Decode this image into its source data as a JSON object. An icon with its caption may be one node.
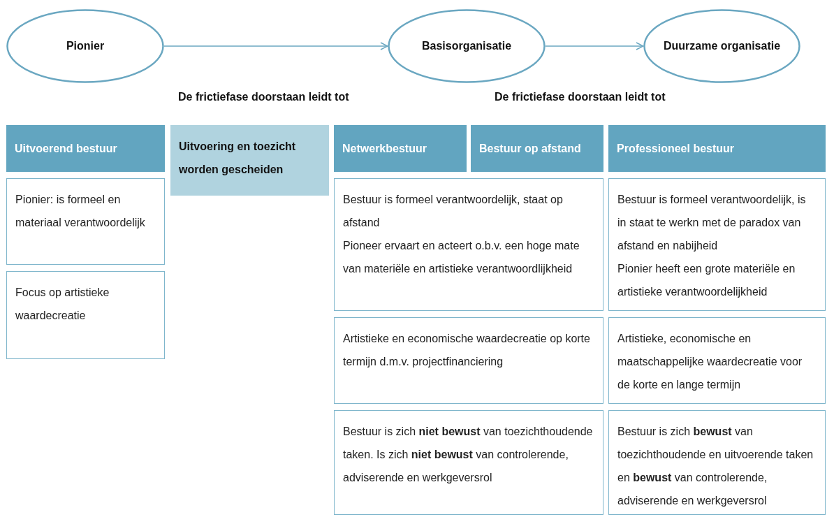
{
  "diagram": {
    "nodes": [
      {
        "text": [
          "Pionier"
        ]
      },
      {
        "text": [
          "Basisorganisatie"
        ]
      },
      {
        "text": [
          "Duurzame organisatie"
        ]
      },
      {
        "text": [
          "Uitvoerend bestuur"
        ]
      },
      {
        "text": [
          "Uitvoering en toezicht worden gescheiden"
        ]
      },
      {
        "text": [
          "Netwerkbestuur"
        ]
      },
      {
        "text": [
          "Bestuur op afstand"
        ]
      },
      {
        "text": [
          "Professioneel bestuur"
        ]
      },
      {
        "text": [
          "Pionier: is formeel en materiaal verantwoordelijk"
        ]
      },
      {
        "text": [
          "Bestuur is formeel verantwoordelijk, staat op afstand",
          "Pioneer ervaart en acteert o.b.v. een hoge mate van materiële en artistieke verantwoordlijkheid"
        ]
      },
      {
        "text": [
          "Bestuur is formeel verantwoordelijk, is in staat te werkn met de paradox van afstand en nabijheid",
          "Pionier heeft een grote materiële en artistieke verantwoordelijkheid"
        ]
      },
      {
        "text": [
          "Focus op artistieke waardecreatie"
        ]
      },
      {
        "text": [
          "Artistieke en economische waardecreatie op korte termijn d.m.v. projectfinanciering"
        ]
      },
      {
        "text": [
          "Artistieke, economische en maatschappelijke waardecreatie voor de korte en lange termijn"
        ]
      },
      {
        "text": [
          "Bestuur is zich **niet bewust** van toezichthoudende taken. Is zich **niet bewust** van controlerende, adviserende en werkgeversrol"
        ]
      },
      {
        "text": [
          "Bestuur is zich **bewust** van toezichthoudende en uitvoerende taken en **bewust** van controlerende, adviserende en werkgeversrol"
        ]
      }
    ],
    "edges": [
      {
        "from": 0,
        "to": 1,
        "arrow": "to"
      },
      {
        "from": 1,
        "to": 2,
        "arrow": "to"
      }
    ],
    "labels": [
      "De frictiefase doorstaan leidt tot",
      "De frictiefase doorstaan leidt tot"
    ]
  }
}
